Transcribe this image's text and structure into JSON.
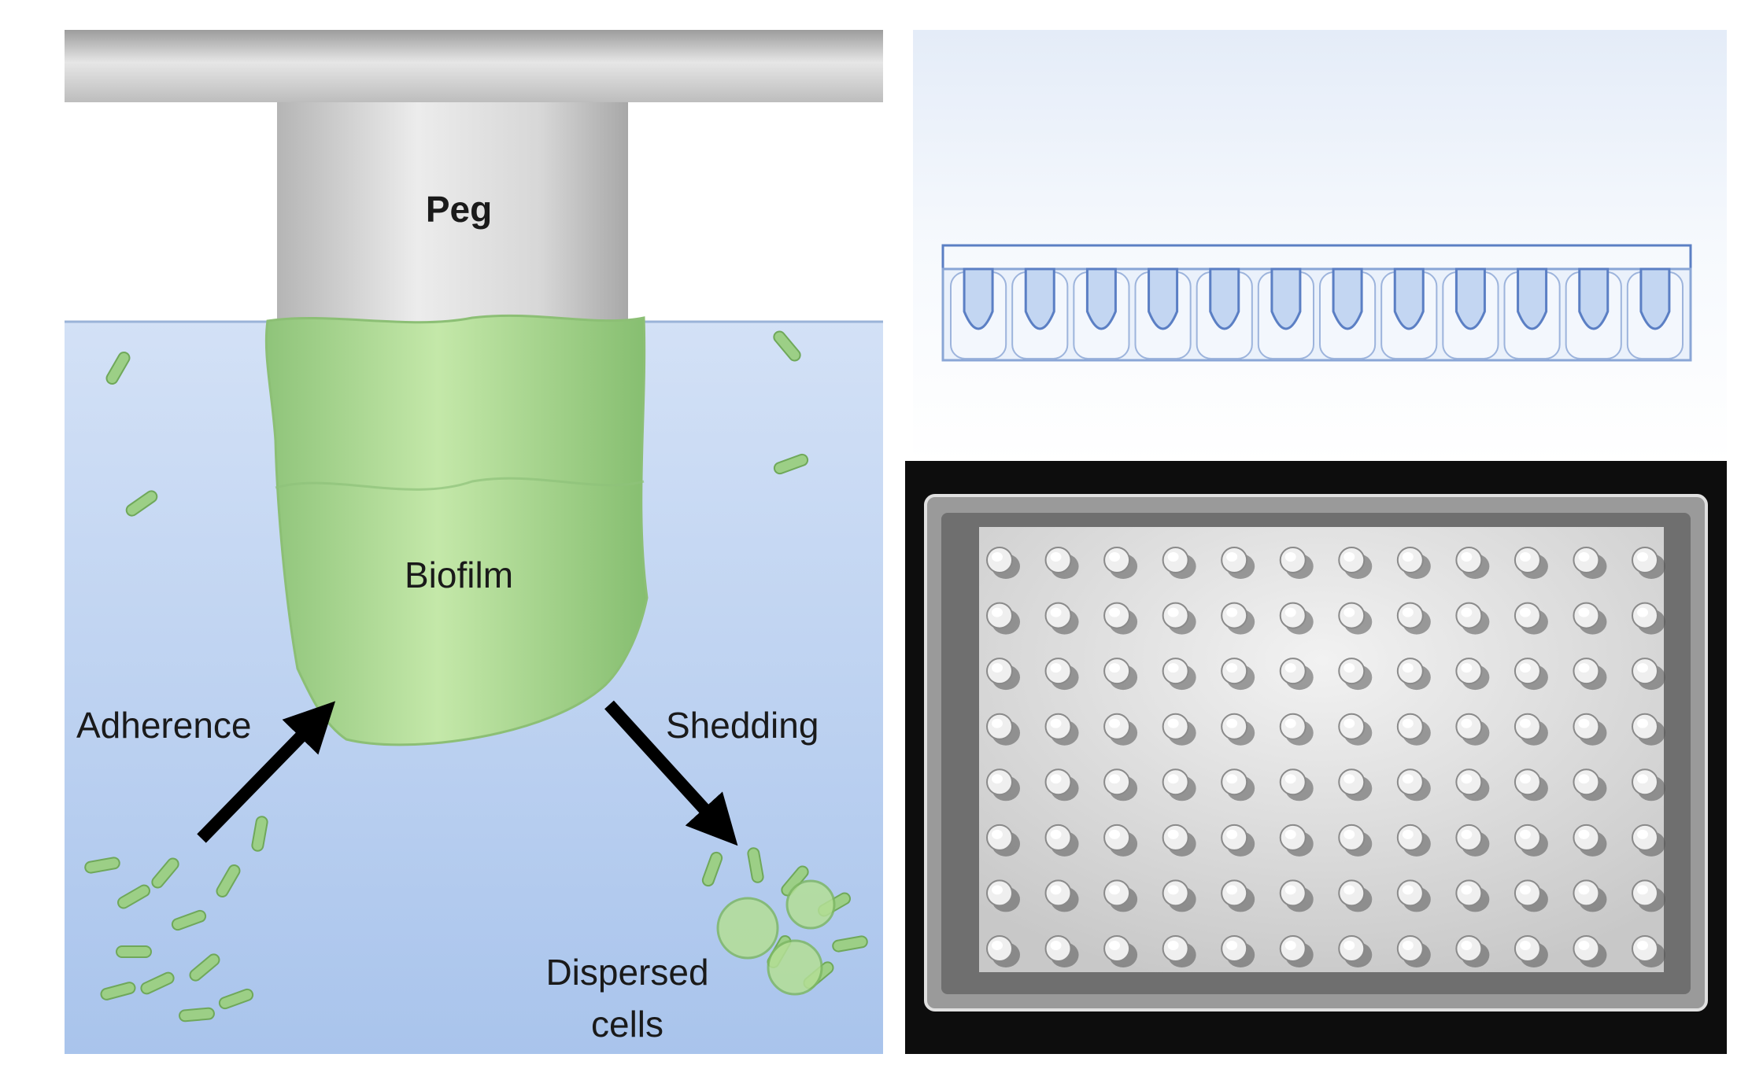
{
  "labels": {
    "peg": "Peg",
    "biofilm": "Biofilm",
    "adherence": "Adherence",
    "shedding": "Shedding",
    "dispersed_line1": "Dispersed",
    "dispersed_line2": "cells"
  },
  "plate": {
    "rows": 8,
    "columns": 12
  },
  "colors": {
    "liquid": "#b7cdf0",
    "biofilm": "#a6d48f",
    "peg": "#cfcfcf",
    "bar": "#cccccc",
    "arrow": "#000000",
    "plate_bg": "#0d0d0d",
    "plate_surface": "#d9d9d9",
    "well_outline": "#5b7fc4"
  }
}
